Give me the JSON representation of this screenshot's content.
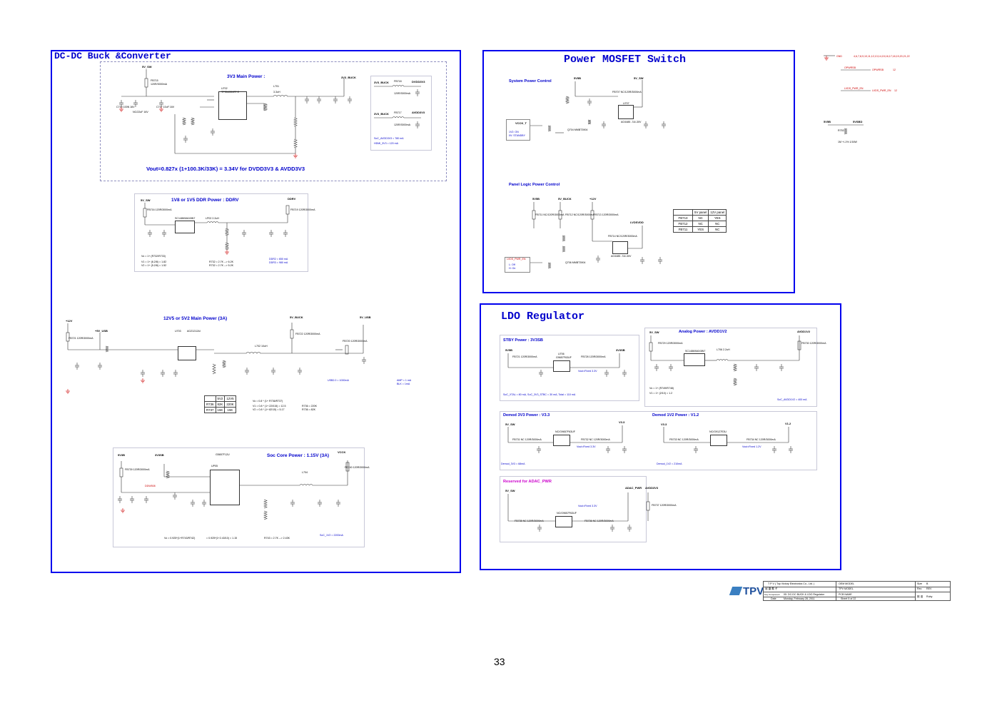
{
  "frames": {
    "dcdc": {
      "title": "DC-DC Buck &Converter"
    },
    "mosfet": {
      "title": "Power MOSFET Switch"
    },
    "ldo": {
      "title": "LDO Regulator"
    }
  },
  "dcdc": {
    "main3v3": {
      "title": "3V3 Main Power :",
      "in_net": "5V_SW",
      "out_net": "3V3_BUCK",
      "ic": "TPS54331RT E",
      "ic_ref": "U702",
      "inductor": "L701",
      "inductor_val": "3.3uH",
      "formula": "Vout=0.827x (1+100.3K/33K) = 3.34V for DVDD3V3 & AVDD3V3",
      "fb_ref": "FB715",
      "fb_val": "120R/3000mA",
      "cap_in": "NC/22uF 16V",
      "c1": "C715 100N 16V",
      "c2": "C717 10uF 16V"
    },
    "side3v3": {
      "net_a": "3V3_BUCK",
      "net_b": "DVDD3V3",
      "net_c": "AVDD3V3",
      "fb_a": "FB718",
      "fb_b": "FB717",
      "fb_val": "120R/3000mA",
      "note1": "SoC_AVDD3V3 = 780 mA",
      "note2": "HDMI_3V3 = 120 mA"
    },
    "ddr": {
      "title": "1V8 or 1V5 DDR Power : DDRV",
      "in_net": "5V_SW",
      "out_net": "DDRV",
      "ic": "SC1486/MAX8N7",
      "ic_ref": "U704",
      "inductor": "LP02 2.2uH",
      "f1": "Vo = 1+ (R732/R733)",
      "f2": "V1 = 1+ (6.2/8) = 1.82",
      "f3": "V2 = 1+ (5.2/8) = 1.52",
      "f4": "R732 = 2.7K --> 6.2K",
      "f5": "R732 = 2.7K --> 5.2K",
      "n1": "DDR2 = 650 mA",
      "n2": "DDR3 = 980 mA",
      "fb_in": "FB716 120R/3000mA",
      "fb_out": "FB719 120R/3000mA"
    },
    "main12v": {
      "title": "12V5 or 5V2 Main Power (3A)",
      "in_net": "+12V",
      "alt_net": "+5V_USB",
      "mid_net": "5V_BUCK",
      "out_net": "5V_USB",
      "ic": "AOZ1212AI",
      "ic_ref": "U703",
      "inductor": "L702 10uH",
      "fb_in": "FB721 120R/3000mA",
      "fb_mid": "FB722 120R/3000mA",
      "fb_out": "FB720 120R/3000mA",
      "usb": "USB2.0 = 1000mA",
      "amp1": "AMP = 1 mA",
      "amp2": "BLK = 1mA",
      "f1": "Vo = 0.8 * (1+ R736/R737)",
      "f2": "V1 = 0.8 * (1+ 22/015) = 12.5",
      "f3": "V2 = 0.8 * (1+ 82/15) = 5.17",
      "f4": "R736 = 220K",
      "f5": "R736 = 82K",
      "table": {
        "header": [
          "",
          "5V2",
          "12V5"
        ],
        "rows": [
          [
            "R736",
            "82K",
            "220K"
          ],
          [
            "R737",
            "15K",
            "15K"
          ]
        ]
      }
    },
    "core": {
      "title": "Soc Core Power : 1.15V (3A)",
      "in_net_a": "9V3B",
      "in_net_b": "3V3SB",
      "out_net": "VCCK",
      "ic": "G5657F12U",
      "ic_ref": "UP05",
      "sig": "DDW508",
      "inductor": "L704",
      "fb": "FB740 120R/3000mA",
      "fb2": "FB739 120R/3000mA",
      "f1": "Vo = 0.925*(1+R743/R742)",
      "f2": "= 0.925*(1+2.43/10) = 1.15",
      "f3": "R743 = 2.7K --> 2.43K",
      "n1": "SoC_1V2 = 2200mA"
    }
  },
  "mosfet": {
    "system": {
      "title": "System Power Control",
      "net_in": "5V5B",
      "net_out": "5V_SW",
      "ic": "AO4485 -7A/-30V",
      "ic_ref": "U707",
      "fb": "FB707 NC/120R/3000mA",
      "ctrl": "VCCK_T",
      "l1": "1V2: ON",
      "l2": "0V: STANDBY",
      "q": "Q704 MMBT3904"
    },
    "panel": {
      "title": "Panel Logic Power Control",
      "net_a": "5V5B",
      "net_b": "5V_BUCK",
      "net_c": "+12V",
      "net_out": "LVDSVDD",
      "ic": "AO4485 -7A/-30V",
      "ic_ref": "U709",
      "ctrl": "LVDS_PWR_EN",
      "l1": "L: Off",
      "l2": "H: On",
      "q": "Q706 MMBT3904",
      "fb1": "FB711 NC/120R/3000mA",
      "fb2": "FB712 NC/120R/3000mA",
      "fb3": "FB713 120R/3000mA",
      "fb4": "FB714 NC/120R/3000mA"
    },
    "table": {
      "header": [
        "",
        "5V panel",
        "12V panel"
      ],
      "rows": [
        [
          "FB713",
          "NC",
          "YES"
        ],
        [
          "FB712",
          "NC",
          "NC"
        ],
        [
          "FB711",
          "YES",
          "NC"
        ]
      ]
    }
  },
  "offsheet": {
    "gnd_label": "GND",
    "gnd_pages": "4,6,7,8,9,10,11,12,13,14,15,16,17,18,19,20,21,22",
    "opwr": "OPWRSB",
    "opwr_page": "12",
    "lvds": "LVDS_PWR_EN",
    "lvds_page": "12",
    "n1": "5V5B",
    "n2": "5VSBD",
    "r": "R753",
    "r_val": "1M +/-1% 1/16W"
  },
  "ldo": {
    "stby": {
      "title": "STBY Power : 3V3SB",
      "in_net": "5V5B",
      "out_net": "3V3SB",
      "ic": "G9657F63UF",
      "ic_ref": "U706",
      "vout": "Vout=Fixed 3.3V",
      "fb1": "FB721 120R/3000mA",
      "fb2": "FB728 120R/3000mA",
      "note": "SoC_XTAL = 80 mA,   SoC_3V3_STBC = 30 mA,     Total = 110 mA"
    },
    "analog": {
      "title": "Analog Power : AVDD1V2",
      "in_net": "5V_SW",
      "out_net": "AVDD1V2",
      "ic": "SC1486/MAX8N7",
      "ic_ref": "U708",
      "inductor": "L706 2.2uH",
      "f1": "Vo = 1+ (R749/R748)",
      "f2": "V1 = 1+ (2/10) = 1.2",
      "note": "SoC_AVDD1V2 = 400 mA",
      "fb1": "FB729 120R/3000mA",
      "fb2": "FB730 120R/3000mA"
    },
    "demod33": {
      "title": "Demod 3V3 Power : V3.3",
      "in_net": "5V_SW",
      "out_net": "V3.3",
      "ic": "NC/G9657F63UF",
      "ic_ref": "U707",
      "vout": "Vout=Fixed 3.3V",
      "note": "Demod_3V3 = 68mA",
      "fb1": "FB731 NC 120R/3000mA",
      "fb2": "FB732 NC 120R/3000mA"
    },
    "demod12": {
      "title": "Demod 1V2 Power : V1.2",
      "in_net": "V3.3",
      "out_net": "V1.2",
      "ic": "NC/G9127E3U",
      "ic_ref": "U708",
      "vout": "Vout=Fixed 1.2V",
      "note": "Demod_1V2 = 210mA",
      "fb1": "FB733 NC 120R/3000mA",
      "fb2": "FB734 NC 120R/3000mA"
    },
    "adac": {
      "title": "Reserved for ADAC_PWR",
      "in_net": "5V_SW",
      "out_net": "ADAC_PWR",
      "out_net2": "AVDD3V3",
      "ic": "NC/G9657F63UF",
      "ic_ref": "U709",
      "vout": "Vout=Fixed 3.3V",
      "fb1": "FB735 NC 120R/3000mA",
      "fb2": "FB736 NC 120R/3000mA",
      "fb3": "FB737 120R/3000mA"
    }
  },
  "titleblock": {
    "logo": "TPV",
    "company": "T P V  ( Top   Victory   Electronics   Co.,   Ltd. )",
    "row1": [
      "OEM MODEL",
      "Size",
      "B"
    ],
    "row2": [
      "TPV MODEL",
      "Rev",
      "REV"
    ],
    "title_label": "Key Component",
    "title": "05. DC-DC BUCK & LDO Regulator",
    "row3": [
      "PCB NAME",
      "",
      ""
    ],
    "date_label": "Date",
    "date": "Monday, February 28, 2011",
    "sheet": "Sheet    5    of    22",
    "chinese": "冠 捷 電 子",
    "sign1": "核 准",
    "sign2": "Ruby"
  },
  "page_number": "33"
}
